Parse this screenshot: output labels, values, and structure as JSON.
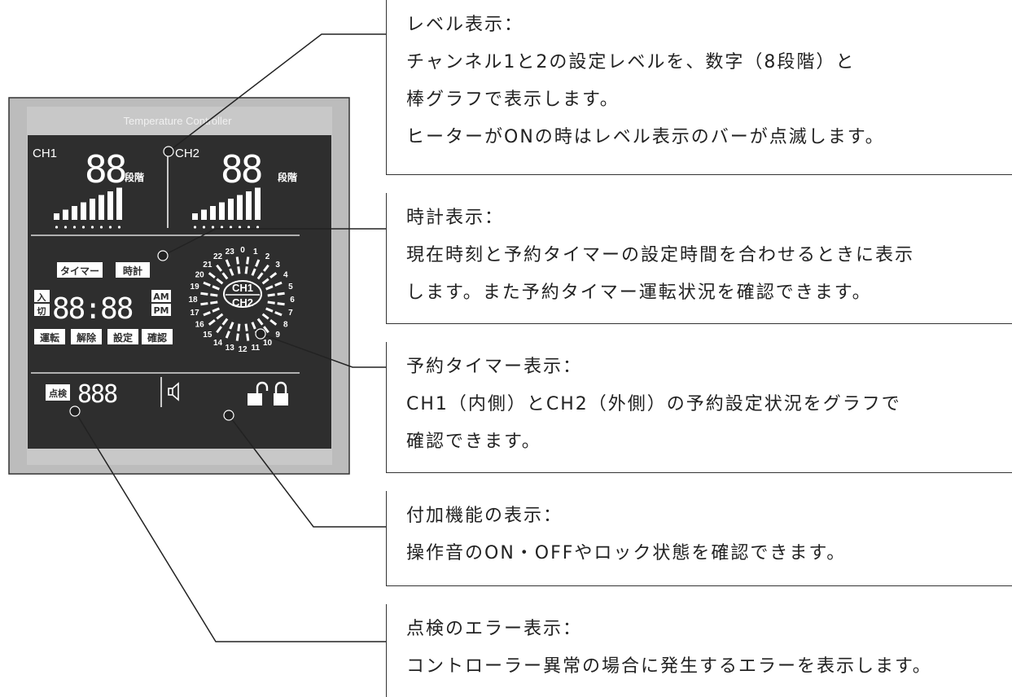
{
  "panel": {
    "title": "Temperature Controller",
    "ch1_label": "CH1",
    "ch2_label": "CH2",
    "level_unit": "段階",
    "level_digits": "88",
    "timer_button": "タイマー",
    "clock_button": "時計",
    "on_label": "入",
    "off_label": "切",
    "clock_digits": "88:88",
    "am_label": "AM",
    "pm_label": "PM",
    "run_label": "運転",
    "cancel_label": "解除",
    "set_label": "設定",
    "confirm_label": "確認",
    "check_label": "点検",
    "error_digits": "888",
    "dial_hours": [
      "0",
      "1",
      "2",
      "3",
      "4",
      "5",
      "6",
      "7",
      "8",
      "9",
      "10",
      "11",
      "12",
      "13",
      "14",
      "15",
      "16",
      "17",
      "18",
      "19",
      "20",
      "21",
      "22",
      "23"
    ],
    "dial_inner": "CH1",
    "dial_outer": "CH2"
  },
  "callouts": [
    {
      "title": "レベル表示：",
      "lines": [
        "チャンネル1と2の設定レベルを、数字（8段階）と",
        "棒グラフで表示します。",
        "ヒーターがONの時はレベル表示のバーが点滅します。"
      ]
    },
    {
      "title": "時計表示：",
      "lines": [
        "現在時刻と予約タイマーの設定時間を合わせるときに表示",
        "します。また予約タイマー運転状況を確認できます。"
      ]
    },
    {
      "title": "予約タイマー表示：",
      "lines": [
        "CH1（内側）とCH2（外側）の予約設定状況をグラフで",
        "確認できます。"
      ]
    },
    {
      "title": "付加機能の表示：",
      "lines": [
        "操作音のON・OFFやロック状態を確認できます。"
      ]
    },
    {
      "title": "点検のエラー表示：",
      "lines": [
        "コントローラー異常の場合に発生するエラーを表示します。"
      ]
    }
  ],
  "colors": {
    "panel_bg": "#bcbcbc",
    "screen_bg": "#2e2e2e",
    "segment": "#ffffff",
    "line": "#222222"
  }
}
